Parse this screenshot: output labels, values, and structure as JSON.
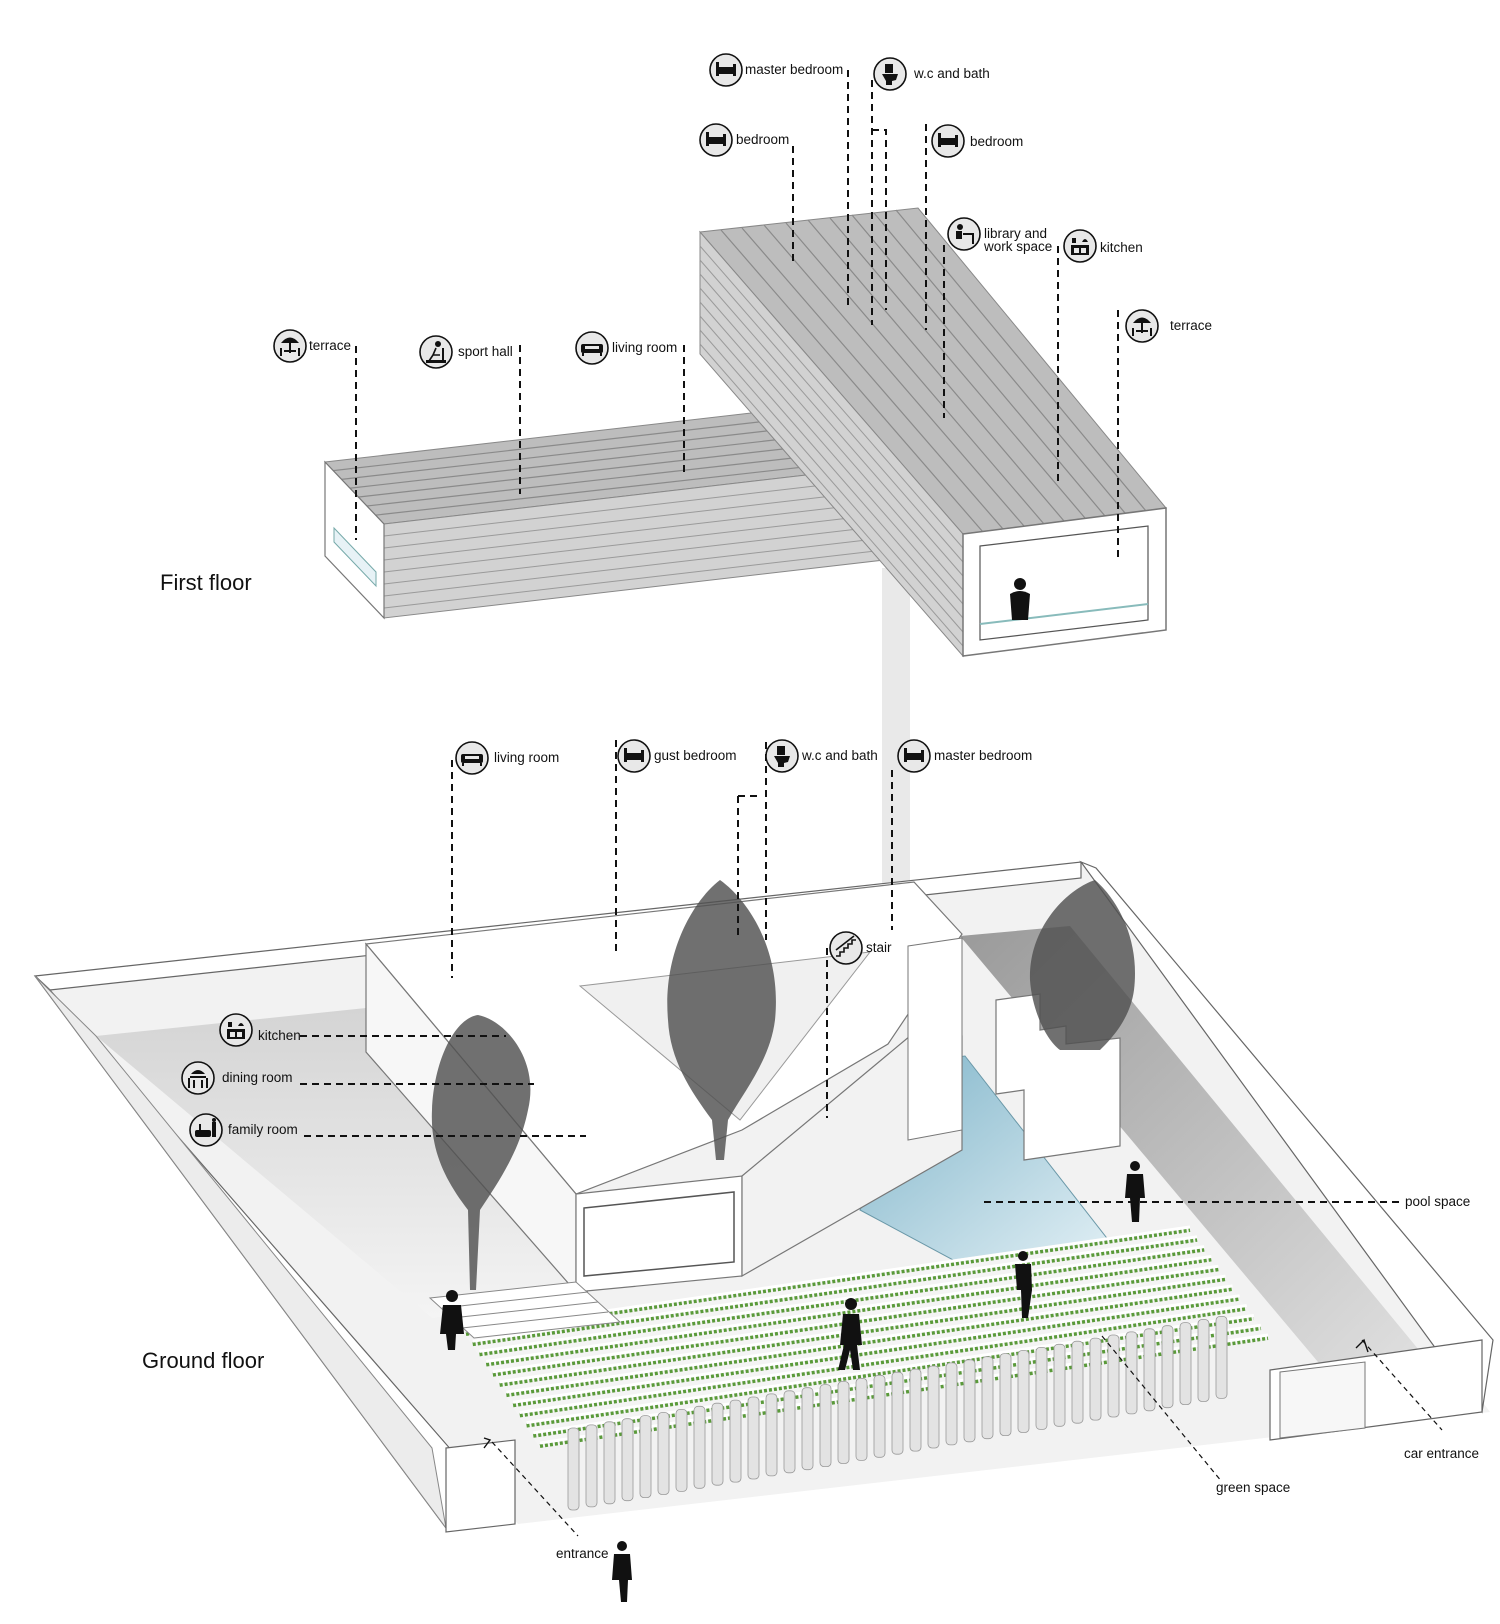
{
  "floors": {
    "first": "First floor",
    "ground": "Ground floor"
  },
  "first_floor_labels": {
    "master_bedroom": "master bedroom",
    "wc_bath": "w.c and bath",
    "bedroom_left": "bedroom",
    "bedroom_right": "bedroom",
    "library_1": "library and",
    "library_2": "work space",
    "kitchen": "kitchen",
    "terrace_right": "terrace",
    "terrace_left": "terrace",
    "sport_hall": "sport hall",
    "living_room": "living room"
  },
  "ground_floor_labels": {
    "living_room": "living room",
    "guest_bedroom": "gust bedroom",
    "wc_bath": "w.c and bath",
    "master_bedroom": "master bedroom",
    "stair": "stair",
    "kitchen": "kitchen",
    "dining_room": "dining room",
    "family_room": "family room",
    "pool_space": "pool space",
    "car_entrance": "car entrance",
    "green_space": "green space",
    "entrance": "entrance"
  },
  "icons": {
    "bed": "bed-icon",
    "toilet": "toilet-icon",
    "desk": "desk-icon",
    "kitchen": "kitchen-icon",
    "umbrella_table": "terrace-icon",
    "exercise": "exercise-icon",
    "sofa": "sofa-icon",
    "stairs": "stairs-icon",
    "dining": "dining-icon",
    "family": "family-icon"
  },
  "colors": {
    "roof_gray": "#b4b4b4",
    "wall_white": "#ffffff",
    "ground_gray": "#dcdcdc",
    "pool_blue": "#a9cfdd",
    "green": "#5a9a3a",
    "tree_gray": "#4a4a4a"
  }
}
